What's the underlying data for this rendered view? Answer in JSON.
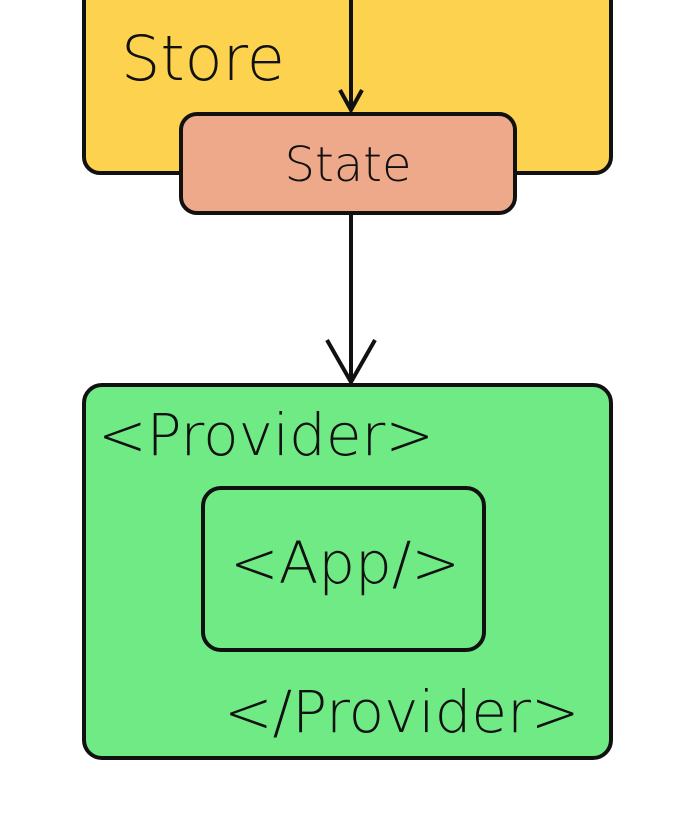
{
  "diagram": {
    "store": {
      "label": "Store",
      "fill": "#FDD24F"
    },
    "state": {
      "label": "State",
      "fill": "#EEA98A"
    },
    "provider": {
      "open_label": "<Provider>",
      "close_label": "</Provider>",
      "fill": "#70EA84"
    },
    "app": {
      "label": "<App/>",
      "fill": "#70EA84"
    },
    "stroke": "#111111",
    "background": "#FFFFFF"
  }
}
